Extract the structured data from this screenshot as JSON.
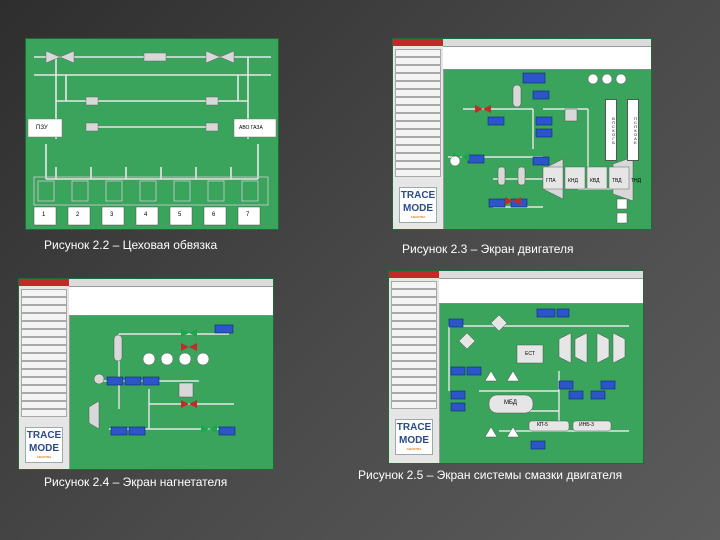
{
  "captions": {
    "fig_2_2": "Рисунок 2.2 – Цеховая обвязка",
    "fig_2_3": "Рисунок 2.3 – Экран двигателя",
    "fig_2_4": "Рисунок 2.4 – Экран нагнетателя",
    "fig_2_5": "Рисунок 2.5 – Экран системы смазки двигателя"
  },
  "panel1": {
    "left_label": "ПЗУ",
    "right_label": "АВО ГАЗА",
    "unit_numbers": [
      "1",
      "2",
      "3",
      "4",
      "5",
      "6",
      "7"
    ]
  },
  "logo": {
    "line1": "TRACE",
    "line2": "MODE",
    "line3": "ADASTRA"
  },
  "panel3": {
    "block_labels": [
      "ГПА",
      "КНД",
      "КВД",
      "ТВД",
      "ТНД"
    ],
    "vertical_label_1": "ВПСКОГБ",
    "vertical_label_2": "ПСПКОАЕ"
  },
  "panel5": {
    "block_labels": [
      "МБД",
      "КП-5",
      "ИНБ-3",
      "ЕСТ"
    ]
  },
  "colors": {
    "panel_green": "#3aa35c",
    "pipe": "#e0e0e0",
    "value_box": "#2c55c8",
    "valve_green": "#1aa84a",
    "valve_red": "#c32a2a",
    "background": "#3c3c3c"
  }
}
